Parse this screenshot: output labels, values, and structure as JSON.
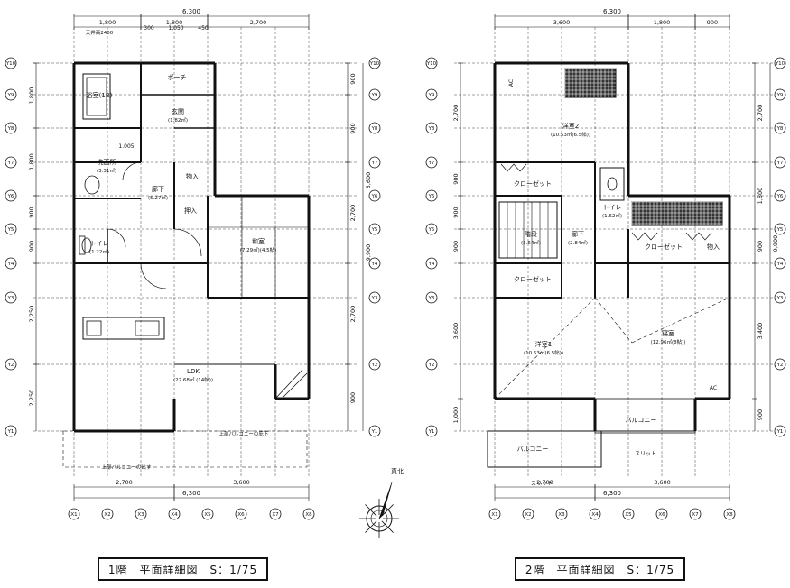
{
  "plans": [
    {
      "id": "floor1",
      "title": "1階　平面詳細図　S：1/75",
      "dims_top": {
        "total": "6,300",
        "segments": [
          "1,800",
          "1,800",
          "2,700"
        ],
        "sub": [
          "300",
          "1,050",
          "450"
        ]
      },
      "dims_bottom": {
        "total": "6,300",
        "segments": [
          "2,700",
          "3,600"
        ]
      },
      "dims_left": [
        "1,800",
        "1,800",
        "900",
        "900",
        "2,250",
        "2,250"
      ],
      "dims_right": [
        "900",
        "900",
        "2,700",
        "2,700",
        "900"
      ],
      "right_outer": [
        "3,600",
        "9,900"
      ],
      "rows": [
        "Y10",
        "Y9",
        "Y8",
        "Y7",
        "Y6",
        "Y5",
        "Y4",
        "Y3",
        "Y2",
        "Y1"
      ],
      "cols": [
        "X1",
        "X2",
        "X3",
        "X4",
        "X5",
        "X6",
        "X7",
        "X8"
      ],
      "rooms": [
        {
          "name": "ポーチ",
          "area": ""
        },
        {
          "name": "浴室(1B)",
          "area": ""
        },
        {
          "name": "玄関",
          "area": "(1.82㎡)"
        },
        {
          "name": "洗面所",
          "area": "(3.31㎡)"
        },
        {
          "name": "廊下",
          "area": "(5.27㎡)"
        },
        {
          "name": "物入",
          "area": ""
        },
        {
          "name": "押入",
          "area": ""
        },
        {
          "name": "トイレ",
          "area": "(1.22㎡)"
        },
        {
          "name": "和室",
          "area": "(7.29㎡)(4.5帖)"
        },
        {
          "name": "LDK",
          "area": "(22.68㎡ (14帖))"
        }
      ],
      "notes": [
        "天井高2400",
        "上部バルコニーの庇下",
        "上部バルコニーの出す",
        "1.005"
      ]
    },
    {
      "id": "floor2",
      "title": "2階　平面詳細図　S：1/75",
      "dims_top": {
        "total": "6,300",
        "segments": [
          "3,600",
          "1,800",
          "900"
        ]
      },
      "dims_bottom": {
        "total": "6,300",
        "segments": [
          "2,700",
          "3,600"
        ]
      },
      "dims_left": [
        "2,700",
        "900",
        "900",
        "900",
        "3,600",
        "1,000"
      ],
      "dims_right": [
        "2,700",
        "1,800",
        "900",
        "3,400",
        "900"
      ],
      "right_outer": [
        "9,900"
      ],
      "rows": [
        "Y10",
        "Y9",
        "Y8",
        "Y7",
        "Y6",
        "Y5",
        "Y4",
        "Y3",
        "Y2",
        "Y1"
      ],
      "cols": [
        "X1",
        "X2",
        "X3",
        "X4",
        "X5",
        "X6",
        "X7",
        "X8"
      ],
      "rooms": [
        {
          "name": "洋室2",
          "area": "(10.53㎡(6.5帖))"
        },
        {
          "name": "クローゼット",
          "area": ""
        },
        {
          "name": "階段",
          "area": "(3.64㎡)"
        },
        {
          "name": "廊下",
          "area": "(2.84㎡)"
        },
        {
          "name": "トイレ",
          "area": "(1.62㎡)"
        },
        {
          "name": "クローゼット",
          "area": ""
        },
        {
          "name": "物入",
          "area": ""
        },
        {
          "name": "クローゼット",
          "area": ""
        },
        {
          "name": "洋室1",
          "area": "(10.53㎡(6.5帖))"
        },
        {
          "name": "寝室",
          "area": "(12.96㎡(8帖))"
        },
        {
          "name": "バルコニー",
          "area": ""
        },
        {
          "name": "バルコニー",
          "area": ""
        }
      ],
      "notes": [
        "スリット",
        "スリット",
        "AC",
        "AC"
      ]
    }
  ],
  "compass": {
    "label": "真北"
  }
}
